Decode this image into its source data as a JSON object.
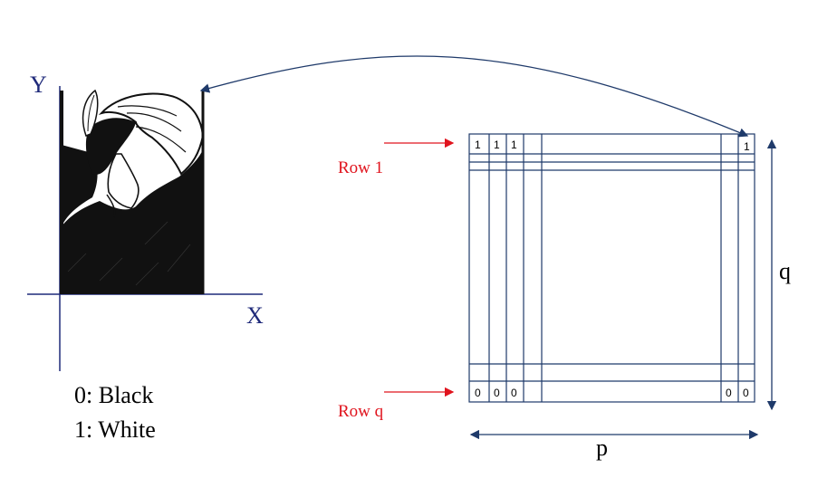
{
  "axes": {
    "y_label": "Y",
    "x_label": "X",
    "color": "#1f2a7a"
  },
  "image": {
    "icon": "old-woman-young-woman-illusion-icon"
  },
  "legend": {
    "black": "0: Black",
    "white": "1: White"
  },
  "matrix": {
    "row_first_label": "Row 1",
    "row_last_label": "Row q",
    "arrow_color": "#e0141e",
    "line_color": "#1f3a6a",
    "first_row_values": [
      "1",
      "1",
      "1"
    ],
    "first_row_last_value": "1",
    "last_row_values": [
      "0",
      "0",
      "0"
    ],
    "last_row_last_values": [
      "0",
      "0"
    ],
    "height_label": "q",
    "width_label": "p"
  }
}
